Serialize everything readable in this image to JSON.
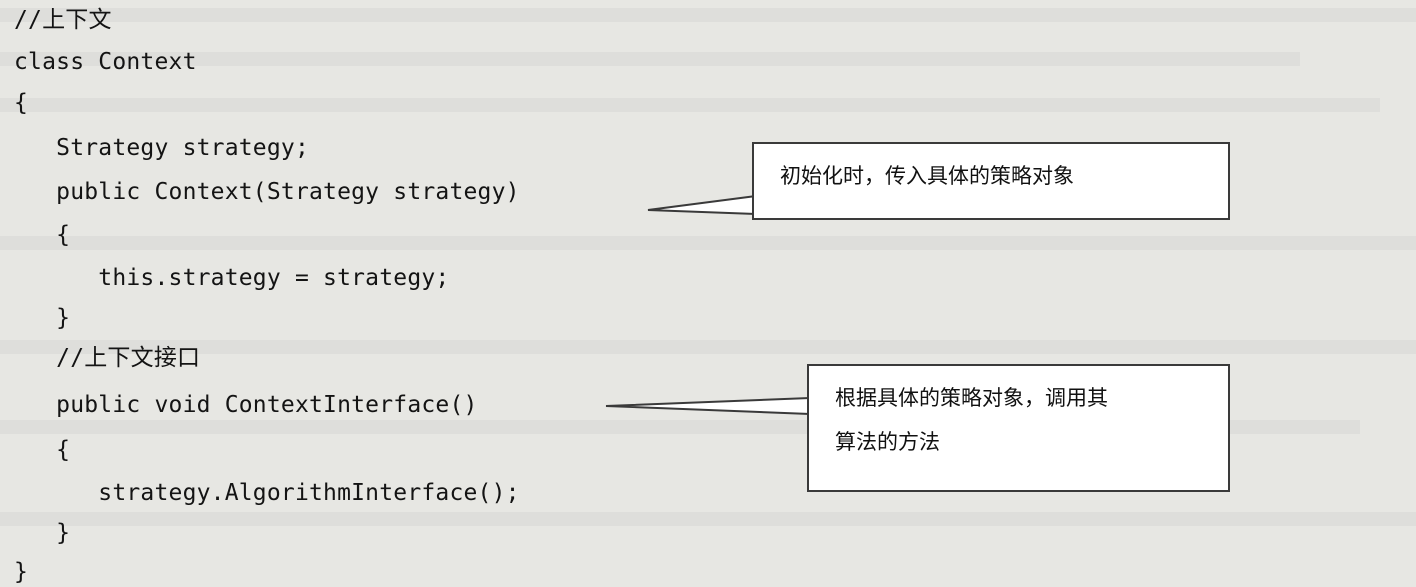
{
  "code": {
    "lines": [
      "//上下文",
      "class Context",
      "{",
      "   Strategy strategy;",
      "   public Context(Strategy strategy)",
      "   {",
      "      this.strategy = strategy;",
      "   }",
      "   //上下文接口",
      "   public void ContextInterface()",
      "   {",
      "      strategy.AlgorithmInterface();",
      "   }",
      "}"
    ]
  },
  "callouts": [
    {
      "lines": [
        "初始化时，传入具体的策略对象"
      ]
    },
    {
      "lines": [
        "根据具体的策略对象，调用其",
        "算法的方法"
      ]
    }
  ]
}
